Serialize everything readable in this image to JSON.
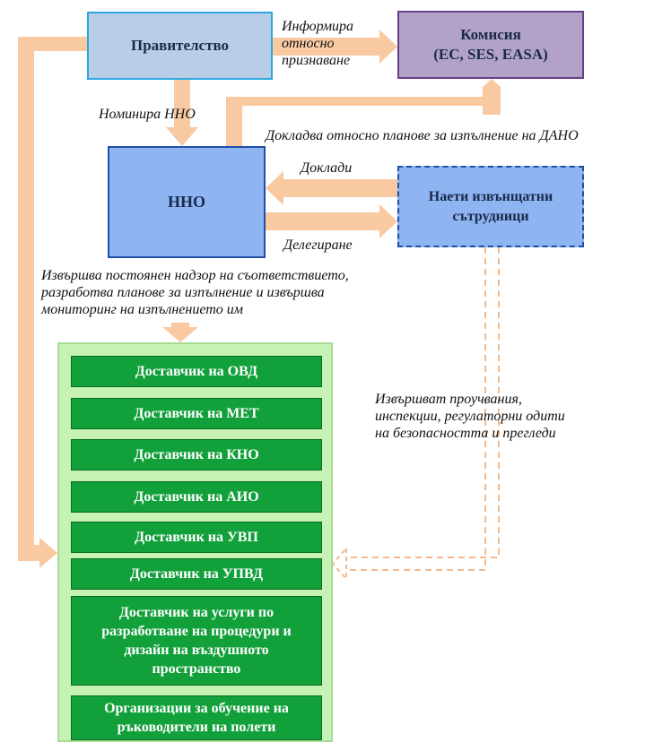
{
  "nodes": {
    "government": "Правителство",
    "commission": "Комисия\n(ЕС, SES, EASA)",
    "nno": "ННО",
    "contractors": "Наети извънщатни\nсътрудници"
  },
  "edges": {
    "informs": "Информира\nотносно\nпризнаване",
    "nominates": "Номинира ННО",
    "reports_plans": "Докладва относно  планове за изпълнение на ДАНО",
    "reports": "Доклади",
    "delegation": "Делегиране",
    "oversight": "Извършва постоянен надзор на съответствието,\n разработва планове за изпълнение и извършва\nмониторинг на изпълнението им",
    "inspections": "Извършват проучвания,\nинспекции, регулаторни одити\nна безопасността и прегледи"
  },
  "providers": [
    "Доставчик на ОВД",
    "Доставчик на МЕТ",
    "Доставчик на КНО",
    "Доставчик на АИО",
    "Доставчик на УВП",
    "Доставчик на УПВД",
    "Доставчик на услуги по\nразработване на процедури и\nдизайн на въздушното\nпространство",
    "Организации за обучение на\nръководители на полети"
  ],
  "colors": {
    "arrow": "#f9c9a2",
    "arrow_dashed": "#f4b98c",
    "panel": "#c6f2b4",
    "provider": "#12a03a"
  }
}
